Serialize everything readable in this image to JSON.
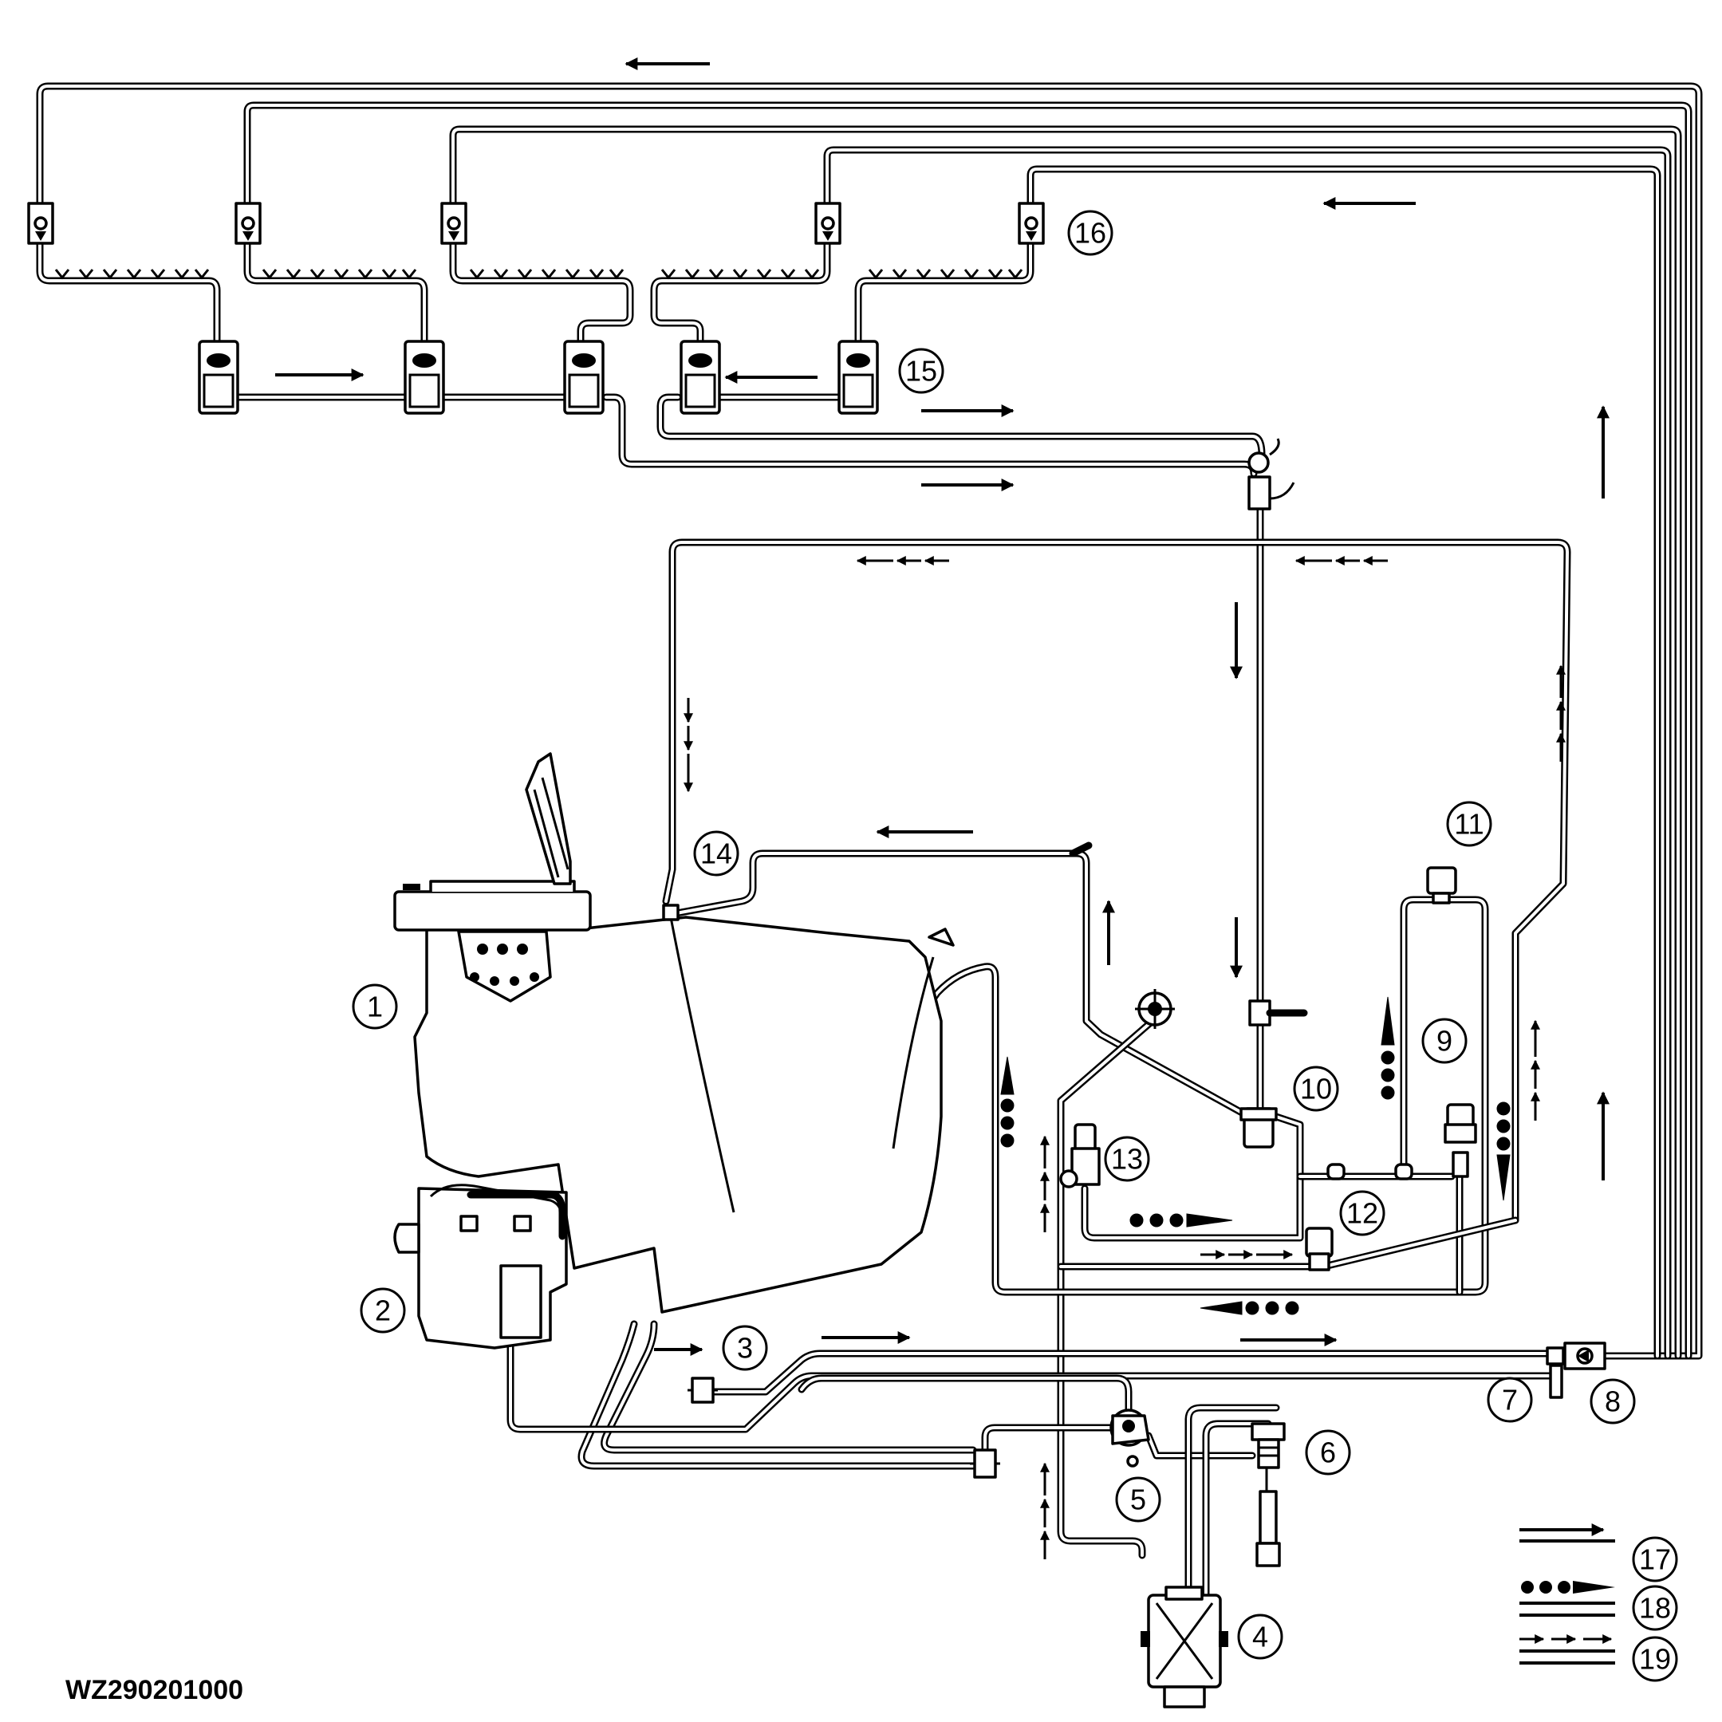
{
  "figure_code": "WZ290201000",
  "callouts": {
    "c1": "1",
    "c2": "2",
    "c3": "3",
    "c4": "4",
    "c5": "5",
    "c6": "6",
    "c7": "7",
    "c8": "8",
    "c9": "9",
    "c10": "10",
    "c11": "11",
    "c12": "12",
    "c13": "13",
    "c14": "14",
    "c15": "15",
    "c16": "16",
    "c17": "17",
    "c18": "18",
    "c19": "19"
  },
  "legend": [
    {
      "number": "17",
      "line_style": "solid-arrow"
    },
    {
      "number": "18",
      "line_style": "dot-arrow"
    },
    {
      "number": "19",
      "line_style": "small-arrows"
    }
  ]
}
